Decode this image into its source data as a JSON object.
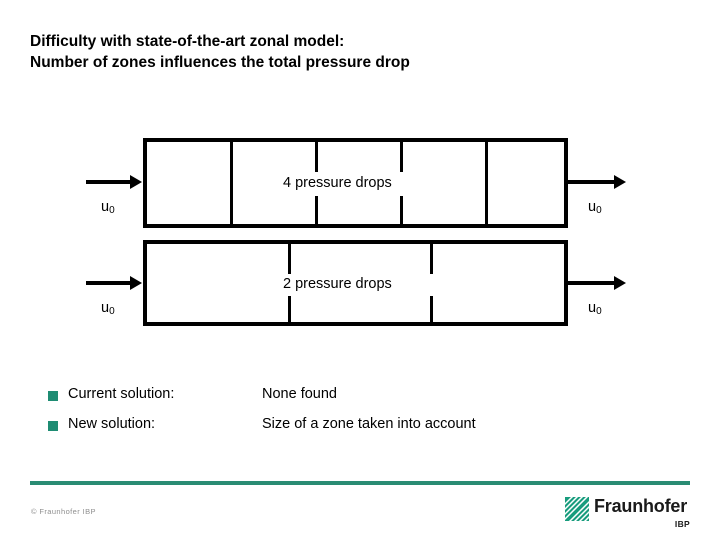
{
  "slide": {
    "title_line1": "Difficulty with state-of-the-art zonal model:",
    "title_line2": "Number of zones influences the total pressure drop"
  },
  "diagrams": [
    {
      "id": "zonal-model-4-zones",
      "label": "4 pressure drops",
      "zones": 5,
      "dividers": 4,
      "inlet_label": "u",
      "inlet_subscript": "0",
      "outlet_label": "u",
      "outlet_subscript": "0"
    },
    {
      "id": "zonal-model-2-zones",
      "label": "2 pressure drops",
      "zones": 3,
      "dividers": 2,
      "inlet_label": "u",
      "inlet_subscript": "0",
      "outlet_label": "u",
      "outlet_subscript": "0"
    }
  ],
  "bullets": [
    {
      "label": "Current solution:",
      "value": "None found"
    },
    {
      "label": "New solution:",
      "value": "Size of a zone taken into account"
    }
  ],
  "footer": {
    "copyright": "© Fraunhofer IBP",
    "logo_word": "Fraunhofer",
    "logo_sub": "IBP"
  },
  "colors": {
    "accent_teal": "#2A8C73",
    "bullet_teal": "#1E8C73",
    "line_black": "#000000"
  }
}
